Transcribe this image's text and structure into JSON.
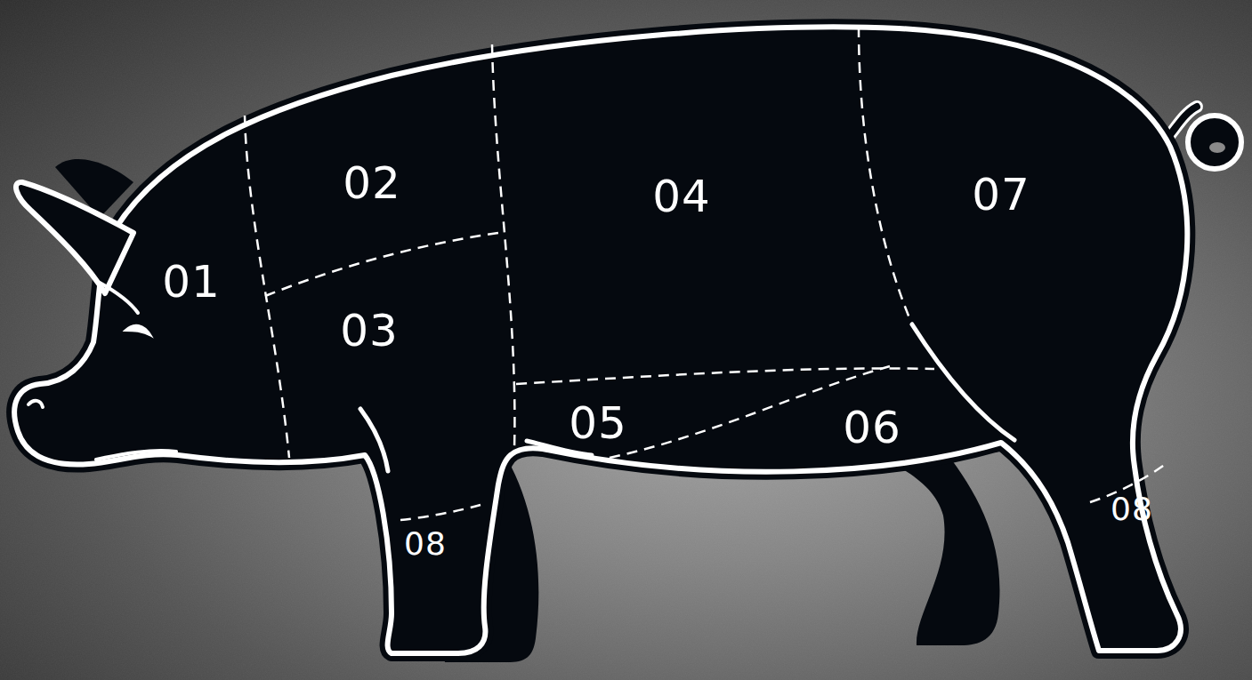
{
  "diagram": {
    "labels": [
      "01",
      "02",
      "03",
      "04",
      "05",
      "06",
      "07",
      "08",
      "08"
    ]
  }
}
